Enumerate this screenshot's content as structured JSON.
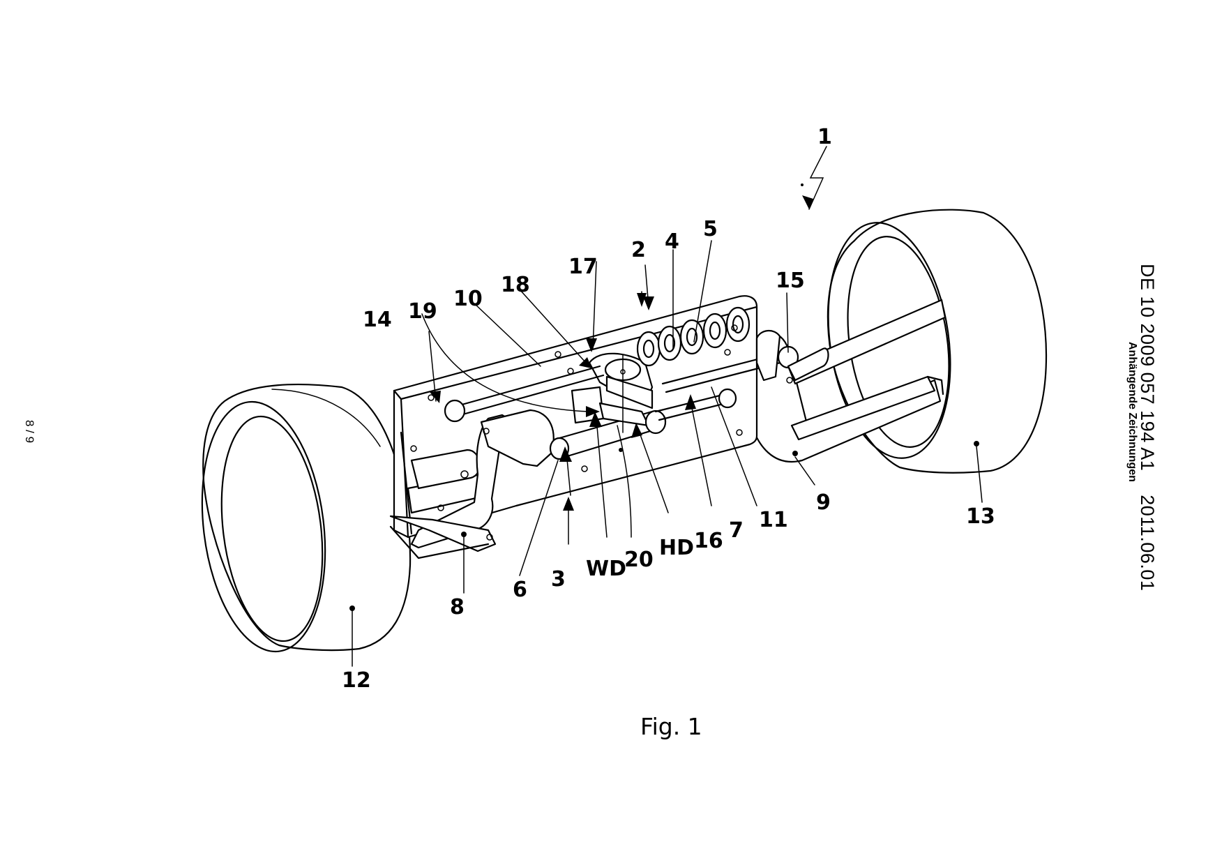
{
  "header": {
    "publication_number": "DE 10 2009 057 194 A1",
    "date": "2011.06.01",
    "note": "Anhängende Zeichnungen"
  },
  "page_number": "8 / 9",
  "figure": {
    "caption": "Fig. 1",
    "reference_numerals": {
      "r1": "1",
      "r2": "2",
      "r3": "3",
      "r4": "4",
      "r5": "5",
      "r6": "6",
      "r7": "7",
      "r8": "8",
      "r9": "9",
      "r10": "10",
      "r11": "11",
      "r12": "12",
      "r13": "13",
      "r14": "14",
      "r15": "15",
      "r16": "16",
      "r17": "17",
      "r18": "18",
      "r19": "19",
      "r20": "20",
      "wd": "WD",
      "hd": "HD"
    }
  }
}
